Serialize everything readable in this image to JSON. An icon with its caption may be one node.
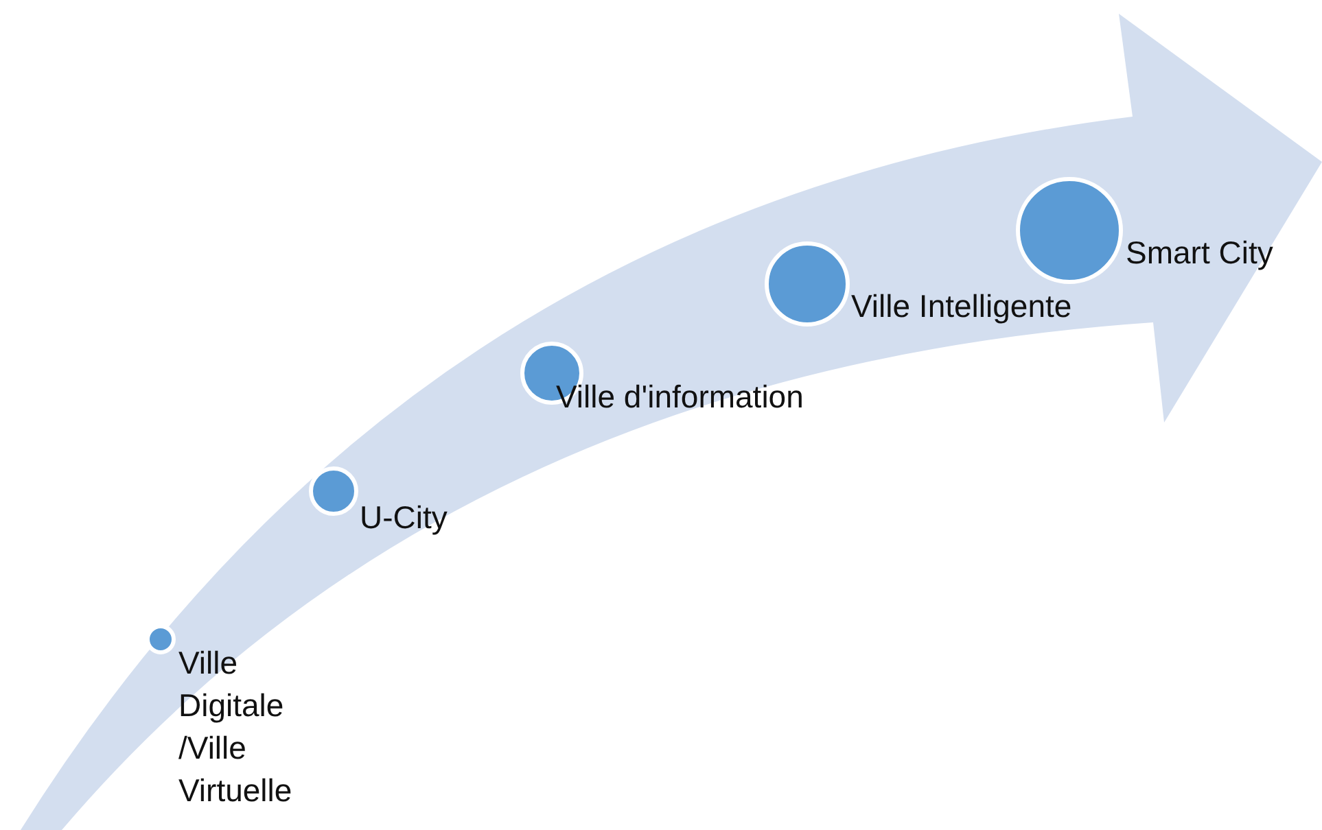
{
  "diagram": {
    "nodes": [
      {
        "text": [
          "Ville Digitale /Ville Virtuelle"
        ]
      },
      {
        "text": [
          "U-City"
        ]
      },
      {
        "text": [
          "Ville d'information"
        ]
      },
      {
        "text": [
          "Ville Intelligente"
        ]
      },
      {
        "text": [
          "Smart City"
        ]
      }
    ]
  }
}
